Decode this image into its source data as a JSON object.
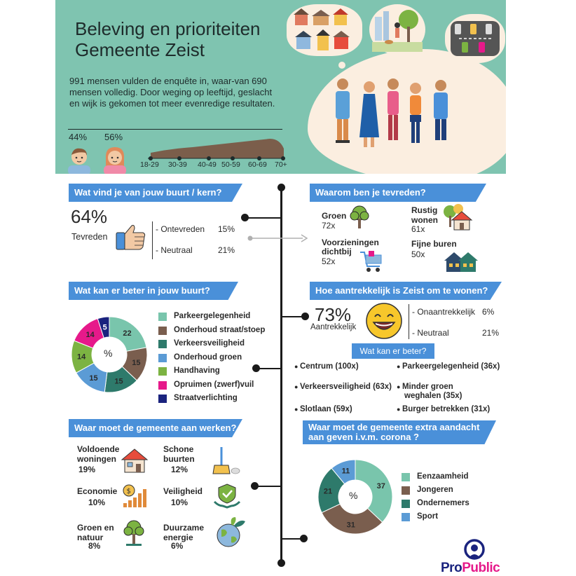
{
  "header": {
    "title_line1": "Beleving en prioriteiten",
    "title_line2": "Gemeente Zeist",
    "intro": "991 mensen vulden de enquête in, waar-van 690 mensen volledig. Door weging op leeftijd, geslacht en wijk is gekomen tot meer evenredige resultaten.",
    "male_pct": "44%",
    "female_pct": "56%",
    "age_groups": [
      "18-29",
      "30-39",
      "40-49",
      "50-59",
      "60-69",
      "70+"
    ]
  },
  "buurt": {
    "banner": "Wat vind je van jouw buurt / kern?",
    "big_pct": "64%",
    "big_label": "Tevreden",
    "rows": [
      {
        "label": "- Ontevreden",
        "value": "15%"
      },
      {
        "label": "- Neutraal",
        "value": "21%"
      }
    ]
  },
  "tevreden": {
    "banner": "Waarom ben je tevreden?",
    "items": [
      {
        "label": "Groen",
        "count": "72x"
      },
      {
        "label": "Rustig wonen",
        "label_line1": "Rustig",
        "label_line2": "wonen",
        "count": "61x"
      },
      {
        "label": "Voorzieningen dichtbij",
        "label_line1": "Voorzieningen",
        "label_line2": "dichtbij",
        "count": "52x"
      },
      {
        "label": "Fijne buren",
        "count": "50x"
      }
    ]
  },
  "beter_buurt": {
    "banner": "Wat kan er beter in jouw buurt?",
    "center": "%"
  },
  "aantrekkelijk": {
    "banner": "Hoe aantrekkelijk is Zeist om te wonen?",
    "big_pct": "73%",
    "big_label": "Aantrekkelijk",
    "rows": [
      {
        "label": "- Onaantrekkelijk",
        "value": "6%"
      },
      {
        "label": "- Neutraal",
        "value": "21%"
      }
    ],
    "sub_banner": "Wat kan er beter?",
    "bullets_left": [
      "Centrum (100x)",
      "Verkeersveiligheid (63x)",
      "Slotlaan (59x)"
    ],
    "bullets_right": [
      "Parkeergelegenheid (36x)",
      "Minder groen weghalen (35x)",
      "Burger betrekken (31x)"
    ],
    "bullets_right_2a": "Minder groen",
    "bullets_right_2b": "weghalen (35x)"
  },
  "gemeente": {
    "banner": "Waar moet de gemeente aan werken?",
    "items": [
      {
        "l1": "Voldoende",
        "l2": "woningen",
        "pct": "19%"
      },
      {
        "l1": "Schone",
        "l2": "buurten",
        "pct": "12%"
      },
      {
        "l1": "Economie",
        "l2": "",
        "pct": "10%"
      },
      {
        "l1": "Veiligheid",
        "l2": "",
        "pct": "10%"
      },
      {
        "l1": "Groen en",
        "l2": "natuur",
        "pct": "8%"
      },
      {
        "l1": "Duurzame",
        "l2": "energie",
        "pct": "6%"
      }
    ]
  },
  "corona": {
    "banner_line1": "Waar moet de gemeente extra aandacht",
    "banner_line2": "aan geven i.v.m. corona ?",
    "center": "%"
  },
  "logo": {
    "part1": "Pro",
    "part2": "Public"
  },
  "colors": {
    "teal_light": "#79c5ac",
    "brown": "#7a5e4e",
    "teal_dark": "#2e7a6b",
    "blue": "#5b9bd5",
    "green": "#7cb342",
    "magenta": "#e6198a",
    "navy": "#1a237e",
    "banner": "#4a90d9",
    "header_bg": "#7fc4b0"
  },
  "chart_data": [
    {
      "type": "pie",
      "variant": "donut",
      "title": "Wat kan er beter in jouw buurt?",
      "categories": [
        "Parkeergelegenheid",
        "Onderhoud straat/stoep",
        "Verkeersveiligheid",
        "Onderhoud groen",
        "Handhaving",
        "Opruimen (zwerf)vuil",
        "Straatverlichting"
      ],
      "values": [
        22,
        15,
        15,
        15,
        14,
        14,
        5
      ],
      "colors": [
        "#79c5ac",
        "#7a5e4e",
        "#2e7a6b",
        "#5b9bd5",
        "#7cb342",
        "#e6198a",
        "#1a237e"
      ],
      "legend": "right"
    },
    {
      "type": "pie",
      "variant": "donut",
      "title": "Waar moet de gemeente extra aandacht aan geven i.v.m. corona ?",
      "categories": [
        "Eenzaamheid",
        "Jongeren",
        "Ondernemers",
        "Sport"
      ],
      "values": [
        37,
        31,
        21,
        11
      ],
      "colors": [
        "#79c5ac",
        "#7a5e4e",
        "#2e7a6b",
        "#5b9bd5"
      ],
      "legend": "right"
    }
  ]
}
